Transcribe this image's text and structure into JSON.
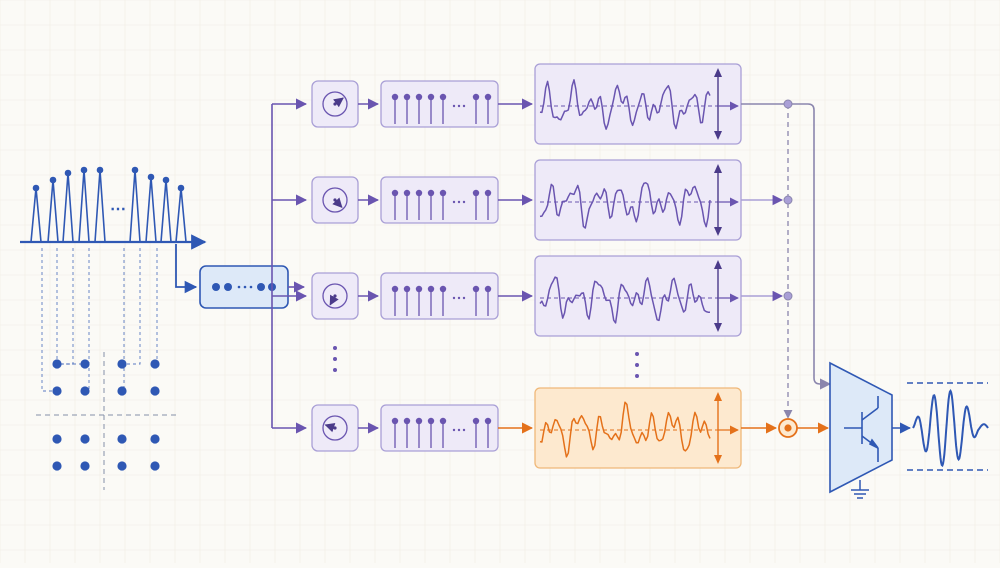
{
  "diagram": {
    "caption": "",
    "branch_count_visible": 4,
    "ellipsis_glyph": "⋯",
    "selected_branch": 4
  },
  "colors": {
    "background": "#fbfaf6",
    "grid": "#eeeae2",
    "blue": "#2f58b4",
    "blue_light": "#dde9f8",
    "purple": "#6a55b0",
    "purple_light": "#eeeaf8",
    "purple_stroke": "#a99fd6",
    "orange": "#e4711a",
    "orange_light": "#fde9cf",
    "orange_stroke": "#efb879",
    "gray": "#8590a8"
  },
  "icons": {
    "input": "impulse-train-icon",
    "constellation": "constellation-grid-icon",
    "splitter": "symbol-stream-icon",
    "phase": "phase-rotation-icon",
    "samples": "sample-sequence-icon",
    "waveform": "subcarrier-waveform-icon",
    "combiner": "signal-combiner-icon",
    "amplifier": "power-amplifier-icon",
    "output": "output-waveform-icon",
    "ground": "ground-icon"
  },
  "branches": [
    {
      "id": "1",
      "state": "default",
      "phase_turn": 0.15
    },
    {
      "id": "2",
      "state": "default",
      "phase_turn": 0.38
    },
    {
      "id": "3",
      "state": "default",
      "phase_turn": 0.58
    },
    {
      "id": "4",
      "state": "selected",
      "phase_turn": 0.8
    }
  ]
}
